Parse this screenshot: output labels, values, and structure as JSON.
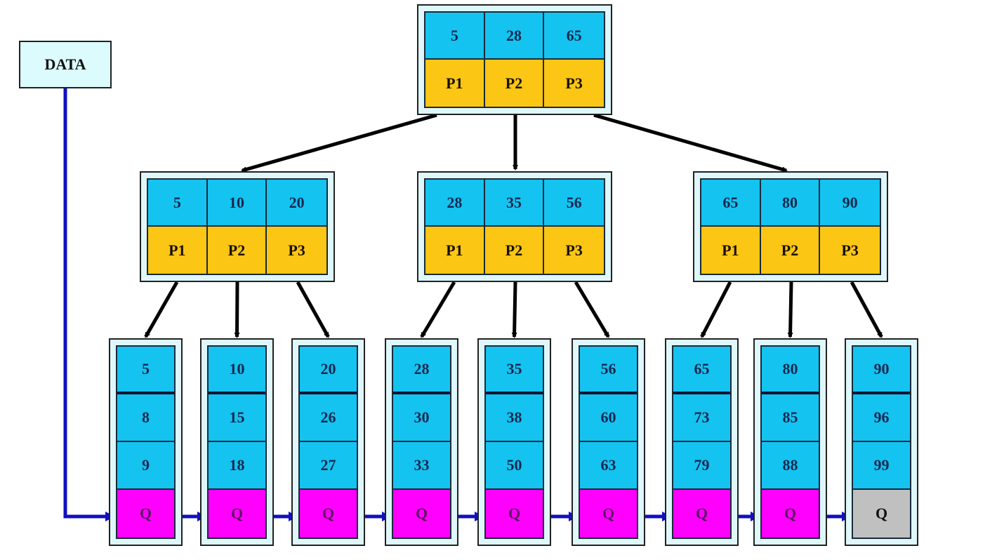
{
  "title": "B+ Tree structure",
  "colors": {
    "key_cell": "#14c3f0",
    "pointer_cell": "#fbc614",
    "leaf_link_cell": "#ff00ff",
    "leaf_link_end": "#c0c0c0",
    "node_frame": "#dff7fa",
    "tree_arrow": "#000000",
    "link_arrow": "#1010c0"
  },
  "data_label": "DATA",
  "root": {
    "keys": [
      "5",
      "28",
      "65"
    ],
    "pointers": [
      "P1",
      "P2",
      "P3"
    ]
  },
  "internal_nodes": [
    {
      "keys": [
        "5",
        "10",
        "20"
      ],
      "pointers": [
        "P1",
        "P2",
        "P3"
      ]
    },
    {
      "keys": [
        "28",
        "35",
        "56"
      ],
      "pointers": [
        "P1",
        "P2",
        "P3"
      ]
    },
    {
      "keys": [
        "65",
        "80",
        "90"
      ],
      "pointers": [
        "P1",
        "P2",
        "P3"
      ]
    }
  ],
  "leaves": [
    {
      "keys": [
        "5",
        "8",
        "9"
      ],
      "link": "Q",
      "terminal": false
    },
    {
      "keys": [
        "10",
        "15",
        "18"
      ],
      "link": "Q",
      "terminal": false
    },
    {
      "keys": [
        "20",
        "26",
        "27"
      ],
      "link": "Q",
      "terminal": false
    },
    {
      "keys": [
        "28",
        "30",
        "33"
      ],
      "link": "Q",
      "terminal": false
    },
    {
      "keys": [
        "35",
        "38",
        "50"
      ],
      "link": "Q",
      "terminal": false
    },
    {
      "keys": [
        "56",
        "60",
        "63"
      ],
      "link": "Q",
      "terminal": false
    },
    {
      "keys": [
        "65",
        "73",
        "79"
      ],
      "link": "Q",
      "terminal": false
    },
    {
      "keys": [
        "80",
        "85",
        "88"
      ],
      "link": "Q",
      "terminal": false
    },
    {
      "keys": [
        "90",
        "96",
        "99"
      ],
      "link": "Q",
      "terminal": true
    }
  ]
}
